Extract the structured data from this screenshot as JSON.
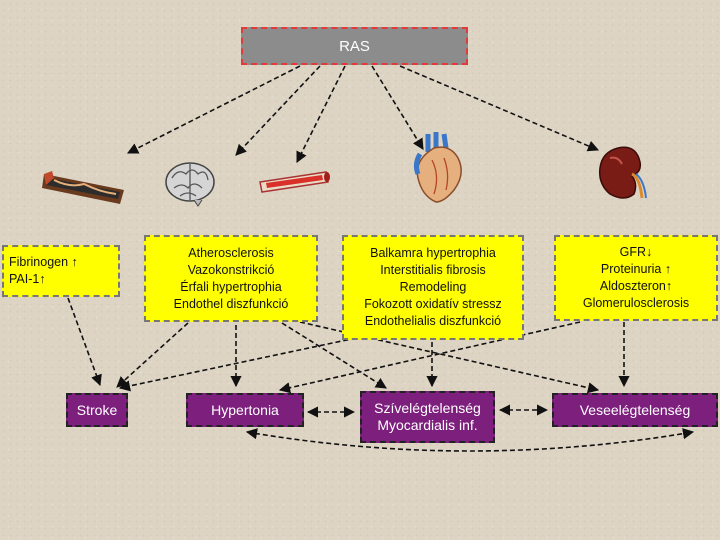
{
  "title": "RAS",
  "organ_icons": [
    "vessel-icon",
    "brain-icon",
    "artery-tube-icon",
    "heart-icon",
    "kidney-icon"
  ],
  "boxes": {
    "coag": {
      "lines": [
        "Fibrinogen ↑",
        "PAI-1↑"
      ]
    },
    "vessel": {
      "lines": [
        "Atherosclerosis",
        "Vazokonstrikció",
        "Érfali hypertrophia",
        "Endothel diszfunkció"
      ]
    },
    "heart": {
      "lines": [
        "Balkamra hypertrophia",
        "Interstitialis fibrosis",
        "Remodeling",
        "Fokozott oxidatív stressz",
        "Endothelialis diszfunkció"
      ]
    },
    "kidney": {
      "lines": [
        "GFR↓",
        "Proteinuria ↑",
        "Aldoszteron↑",
        "Glomerulosclerosis"
      ]
    }
  },
  "outcomes": {
    "stroke": "Stroke",
    "hypertonia": "Hypertonia",
    "heart_failure": [
      "Szívelégtelenség",
      "Myocardialis inf."
    ],
    "kidney_failure": "Veseelégtelenség"
  },
  "colors": {
    "ras_box": "#8c8c8c",
    "ras_border": "#e03a3a",
    "effect_box": "#ffff00",
    "outcome_box": "#7d1f7d",
    "background": "#ddd4c4"
  }
}
